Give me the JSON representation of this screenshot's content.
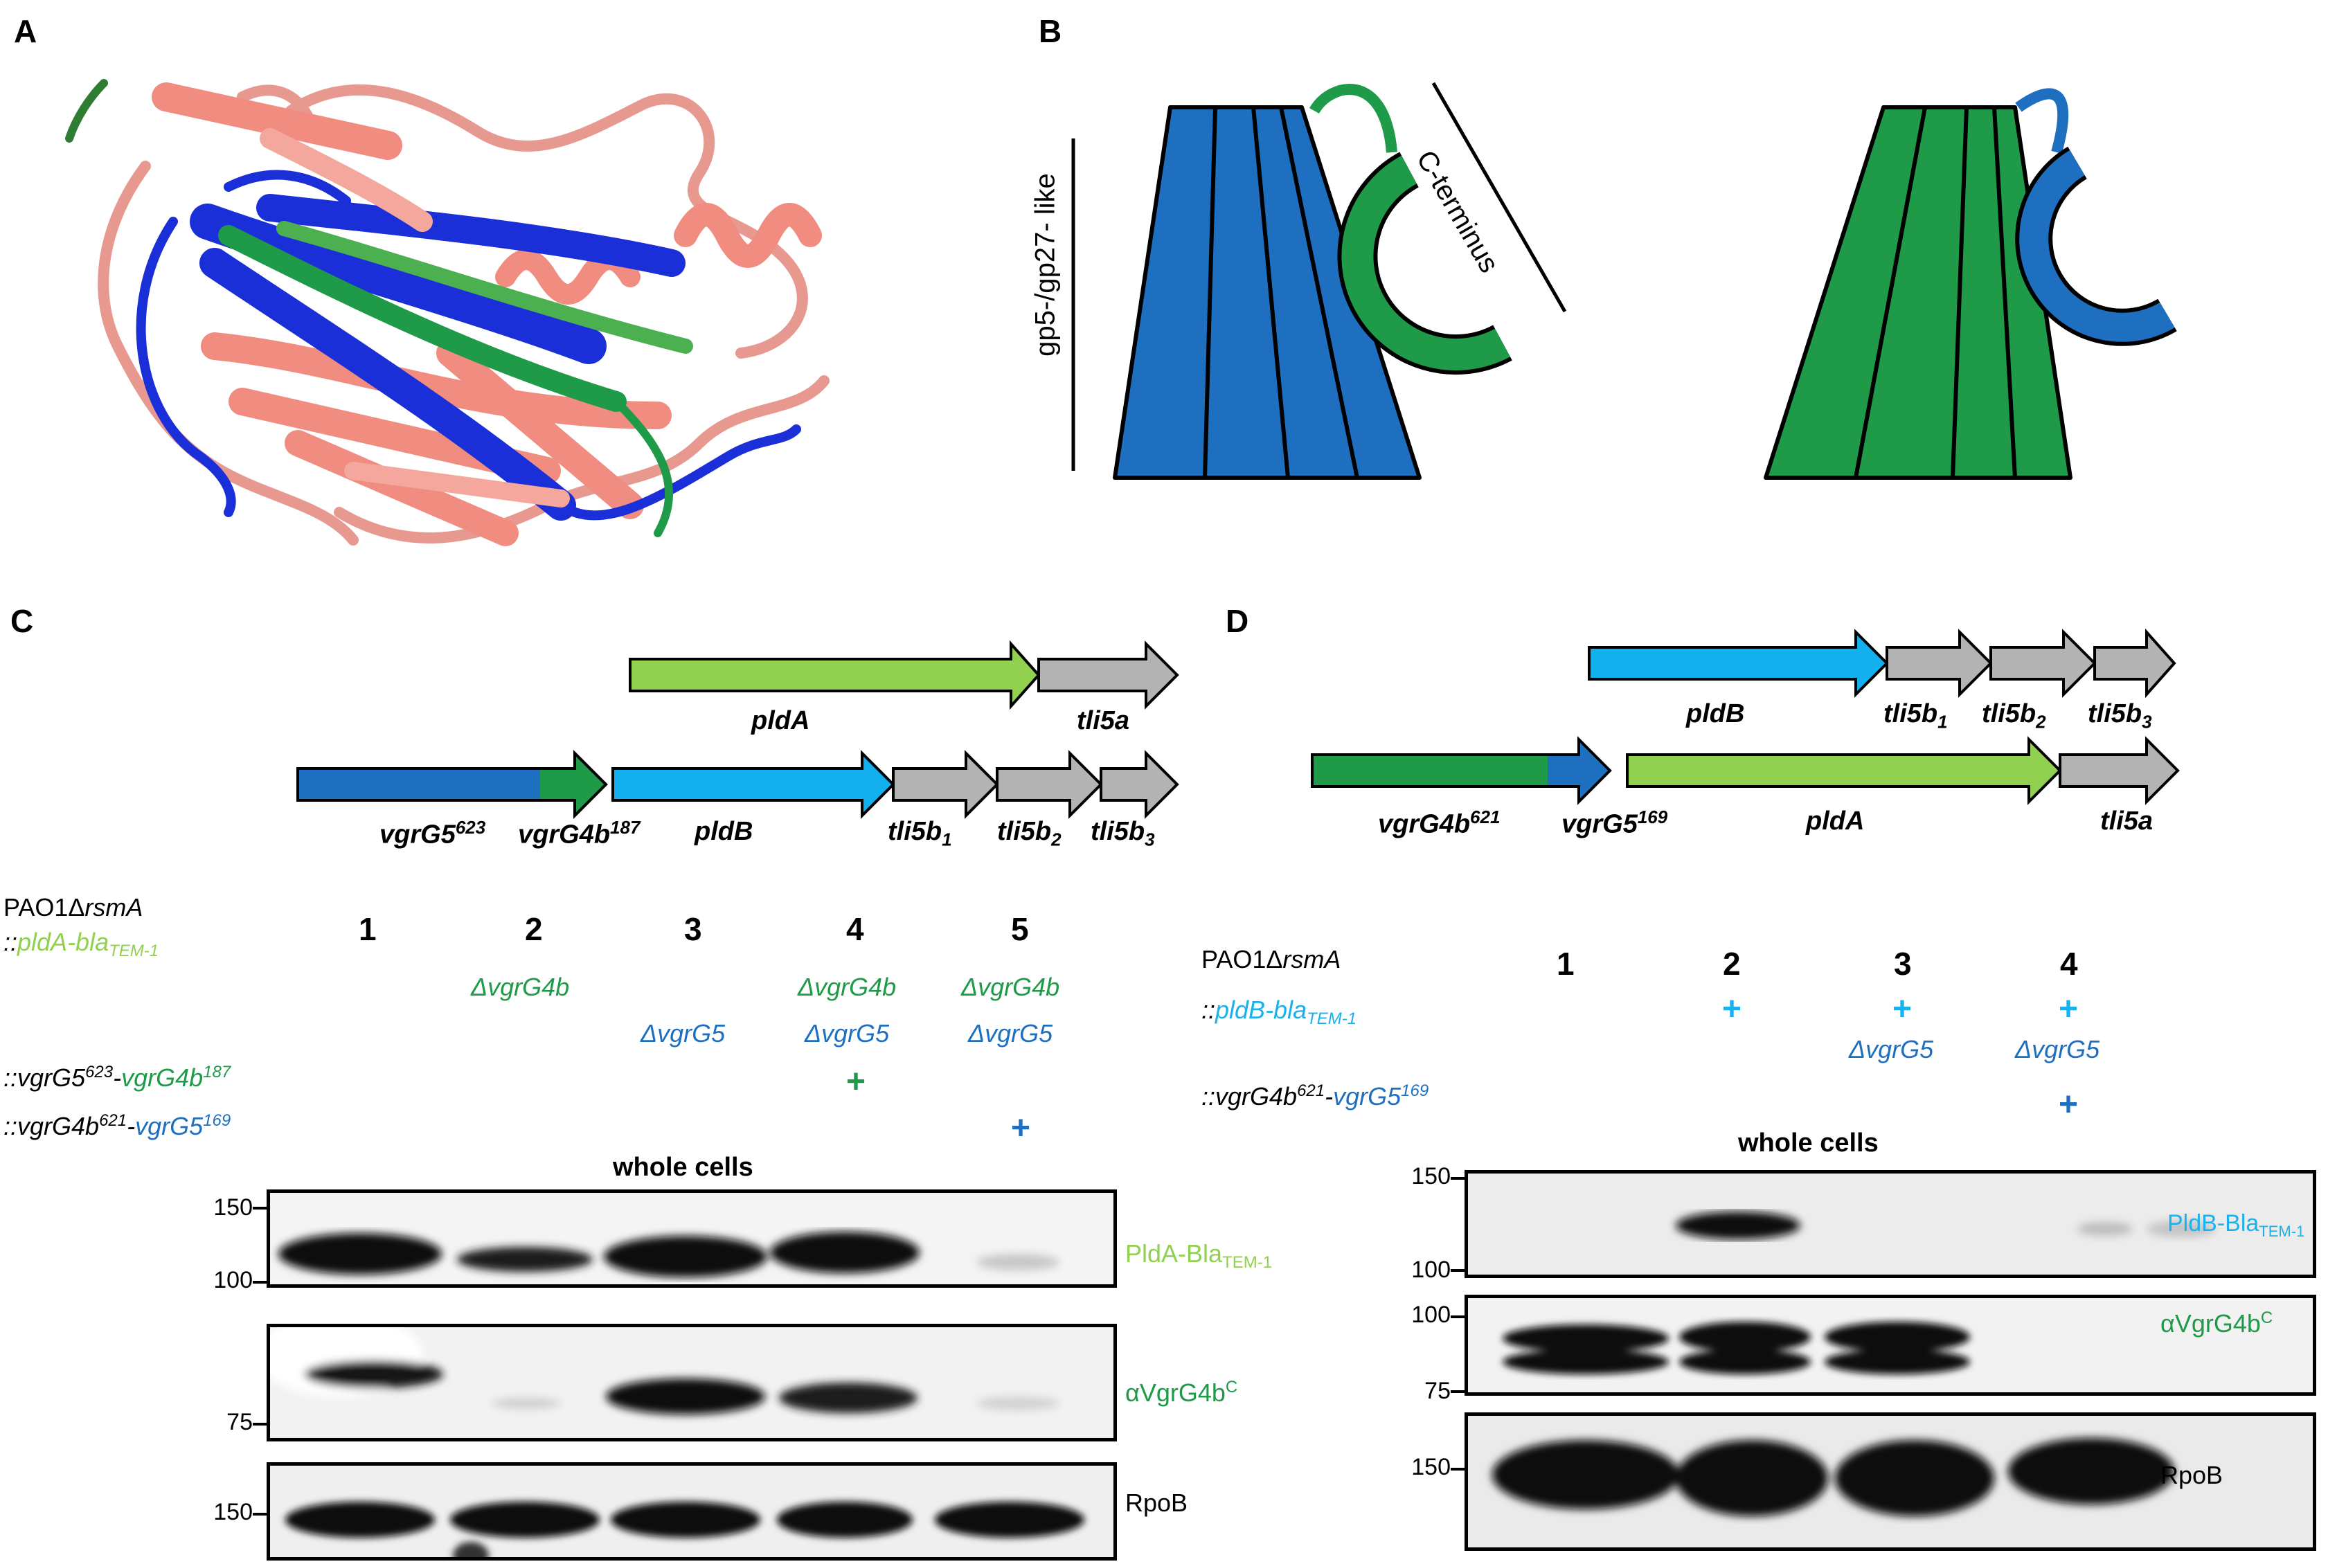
{
  "panels": {
    "a": "A",
    "b": "B",
    "c": "C",
    "d": "D"
  },
  "colors": {
    "salmon": "#f08c80",
    "blue": "#1f6fc0",
    "dark_blue": "#1a2fd8",
    "green": "#1e9a48",
    "light_green": "#92d050",
    "cyan": "#12b0ee",
    "grey": "#b3b3b3"
  },
  "panel_b": {
    "side_label": "gp5-/gp27- like",
    "cterm_label": "C-terminus"
  },
  "panel_c": {
    "genes_top": {
      "pldA": "pldA",
      "tli5a": "tli5a"
    },
    "genes_bottom": {
      "vgrG5": {
        "base": "vgrG5",
        "sup": "623"
      },
      "vgrG4b": {
        "base": "vgrG4b",
        "sup": "187"
      },
      "pldB": "pldB",
      "tli5b1": {
        "base": "tli5b",
        "sub": "1"
      },
      "tli5b2": {
        "base": "tli5b",
        "sub": "2"
      },
      "tli5b3": {
        "base": "tli5b",
        "sub": "3"
      }
    },
    "strain": {
      "name": "PAO1",
      "delta": "Δ",
      "gene": "rsmA"
    },
    "fusion": {
      "prefix": "::",
      "gene": "pldA-bla",
      "sub": "TEM-1"
    },
    "lanes": [
      "1",
      "2",
      "3",
      "4",
      "5"
    ],
    "dvgrG4b": "ΔvgrG4b",
    "dvgrG5": "ΔvgrG5",
    "comp1": {
      "prefix": "::",
      "g1": "vgrG5",
      "s1": "623",
      "dash": "-",
      "g2": "vgrG4b",
      "s2": "187"
    },
    "comp2": {
      "prefix": "::",
      "g1": "vgrG4b",
      "s1": "621",
      "dash": "-",
      "g2": "vgrG5",
      "s2": "169"
    },
    "plus": "+",
    "whole_cells": "whole cells",
    "blots": [
      {
        "name": "PldA-Bla",
        "sub": "TEM-1",
        "mw": [
          "150",
          "100"
        ]
      },
      {
        "name": "αVgrG4b",
        "sup": "C",
        "mw": [
          "75"
        ]
      },
      {
        "name": "RpoB",
        "mw": [
          "150"
        ]
      }
    ]
  },
  "panel_d": {
    "genes_top": {
      "pldB": "pldB",
      "tli5b1": {
        "base": "tli5b",
        "sub": "1"
      },
      "tli5b2": {
        "base": "tli5b",
        "sub": "2"
      },
      "tli5b3": {
        "base": "tli5b",
        "sub": "3"
      }
    },
    "genes_bottom": {
      "vgrG4b": {
        "base": "vgrG4b",
        "sup": "621"
      },
      "vgrG5": {
        "base": "vgrG5",
        "sup": "169"
      },
      "pldA": "pldA",
      "tli5a": "tli5a"
    },
    "strain": {
      "name": "PAO1",
      "delta": "Δ",
      "gene": "rsmA"
    },
    "fusion": {
      "prefix": "::",
      "gene": "pldB-bla",
      "sub": "TEM-1"
    },
    "lanes": [
      "1",
      "2",
      "3",
      "4"
    ],
    "dvgrG5": "ΔvgrG5",
    "comp": {
      "prefix": "::",
      "g1": "vgrG4b",
      "s1": "621",
      "dash": "-",
      "g2": "vgrG5",
      "s2": "169"
    },
    "plus": "+",
    "whole_cells": "whole cells",
    "blots": [
      {
        "name": "PldB-Bla",
        "sub": "TEM-1",
        "mw": [
          "150",
          "100"
        ]
      },
      {
        "name": "αVgrG4b",
        "sup": "C",
        "mw": [
          "100",
          "75"
        ]
      },
      {
        "name": "RpoB",
        "mw": [
          "150"
        ]
      }
    ]
  }
}
